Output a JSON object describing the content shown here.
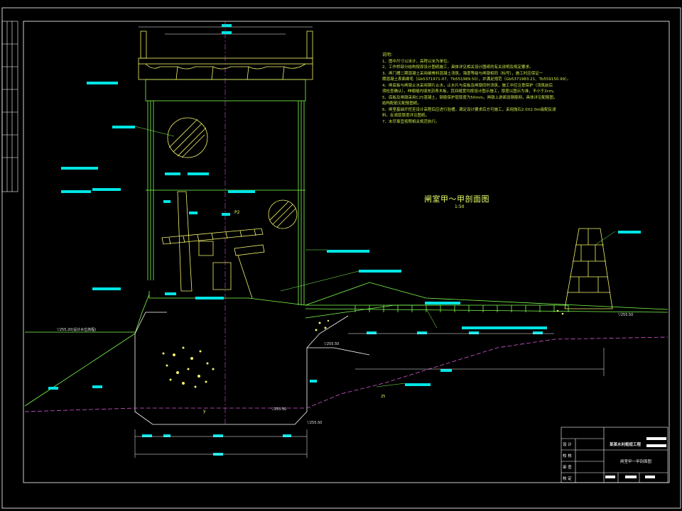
{
  "drawing": {
    "section_title": "闸室甲～甲剖面图",
    "section_scale": "1:50",
    "notes_heading": "说明：",
    "notes": [
      "1、图中尺寸以米计，高程以米为单位。",
      "2、工作桥部分结构按原设计图纸施工，具体详见相关设计图纸的有关说明及规定要求。",
      "3、闸门槽二期混凝土采用细骨料混凝土浇筑，强度等级与闸墩相同（标号），施工时应保证一",
      "   期混凝土表面凿毛（Gb5371971-07、Tb551989.50），并满足规范（Gb5371983.21、Tb559150.99）。",
      "4、闸底板与闸墩止水采用铜片止水，止水片与底板及闸墩同时浇筑，施工中应注意保护（浇筑前后",
      "   须检查确认），伸缩缝内填充沥青木板，其间缝宽均按设计图示施工，厚度以图示为准，不小于2cm。",
      "5、底板及闸墩采用C25混凝土，钢筋保护层厚度为50mm，闸墩上游面设钢筋网，具体详见配筋图，",
      "   结构配筋见配筋图纸。",
      "6、闸室基础开挖至设计高程后应进行验槽，满足设计要求后方可施工，采用抛石2.0X2.0m级配反滤",
      "   料，反滤层厚度详见图纸。",
      "7、未尽事宜按照相关规范执行。"
    ],
    "elevations": {
      "left_ground": "▽255.20(设计水位高程)",
      "right_ground": "▽255.50",
      "mid_right": "▽255.50",
      "bottom_left": "▽255.50",
      "bottom_right": "▽255.50",
      "far_right": "▽255.50"
    },
    "labels": {
      "p2": "P2",
      "y": "y",
      "small": "25"
    },
    "title_block": {
      "project": "某某水利枢纽工程",
      "drawing_name": "闸室甲～甲剖面图",
      "row_labels": [
        "设 计",
        "校 核",
        "审 查",
        "核 定"
      ]
    }
  }
}
